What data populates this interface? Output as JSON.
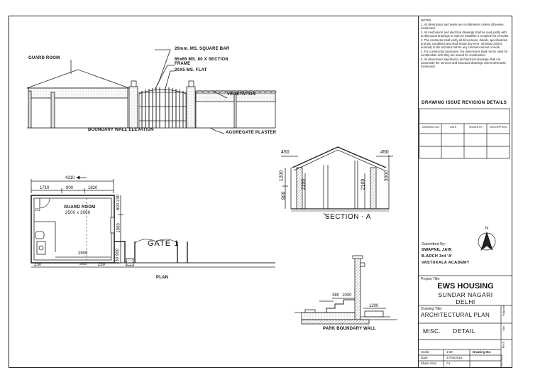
{
  "elevation": {
    "label_guard_room": "GUARD ROOM",
    "label_square_bar": "20mm. MS. SQUARE BAR",
    "label_frame": "65x65 MS. 80 X SECTION\nFRAME",
    "label_flat": "20X5 MS. FLAT",
    "label_vegetation": "VEGETATION",
    "label_plaster": "AGGREGATE PLASTER",
    "title": "BOUNDARY WALL ELEVATION"
  },
  "plan": {
    "dim_total": "4210",
    "dim_a": "1710",
    "dim_b": "900",
    "dim_c": "1820",
    "dim_d": "2500",
    "dim_side_1": "600",
    "dim_side_2": "230",
    "dim_side_3": "1500",
    "dim_side_4": "900",
    "dim_side_5": "230",
    "dim_bottom_1": "230",
    "dim_bottom_2": "230",
    "room_name": "GUARD ROOM",
    "room_size": "2500 x 3000",
    "door_tag": "D1",
    "gate_label": "GATE 1",
    "title": "PLAN"
  },
  "section": {
    "dim_left": "450",
    "dim_right": "450",
    "dim_h1": "1200",
    "dim_h2": "2100",
    "dim_h3": "900",
    "dim_h4": "2100",
    "dim_h5": "3000",
    "title": "SECTION - A"
  },
  "park_wall": {
    "dim_1": "380",
    "dim_2": "1000",
    "dim_3": "1200",
    "title": "PARK BOUNDARY WALL"
  },
  "title_block": {
    "notes_heading": "NOTES",
    "notes": [
      "1. All dimensions and levels are in millimeters unless otherwise mentioned.",
      "2. All mechanical and electrical drawings shall be read jointly with architectural drawings in order to establish a complete list of works.",
      "3. The contractor shall verify all dimensions, details, specifications and site conditions and shall report any error, omission and/or anomaly to the architect before any commencement of work.",
      "4. For construction purposes, the dimensions shall not be used for construction until they are issued for construction.",
      "5. All dimensions specified in architectural drawings shall not supersede the services and structural drawings unless otherwise mentioned."
    ],
    "revision_heading": "DRAWING ISSUE REVISION DETAILS",
    "revision_cols": [
      "DRAWING NO.",
      "DATE",
      "ISSUED BY",
      "DESCRIPTION"
    ],
    "submitted_by_label": "Submitted By:",
    "submitted_name": "SWAPNIL JAIN",
    "submitted_course": "B.ARCH 3rd 'A'",
    "submitted_college": "VASTUKALA ACADEMY",
    "north_label": "N",
    "project_title_label": "Project Title:",
    "project_name": "EWS HOUSING",
    "project_place_1": "SUNDAR NAGARI",
    "project_place_2": "DELHI",
    "drawing_title_label": "Drawing Title:",
    "drawing_title": "ARCHITECTURAL PLAN",
    "drawing_sub_1": "MISC.",
    "drawing_sub_2": "DETAIL",
    "side_purpose": "Purpose",
    "side_site": "Site",
    "side_block": "Block",
    "side_plot": "Plot Stam",
    "scale_label": "Scale:",
    "scale_value": "1:50",
    "date_label": "Date:",
    "date_value": "27/04/2018",
    "sheet_label": "Sheet Size:",
    "sheet_value": "A1",
    "drawing_no_label": "Drawing No:"
  }
}
